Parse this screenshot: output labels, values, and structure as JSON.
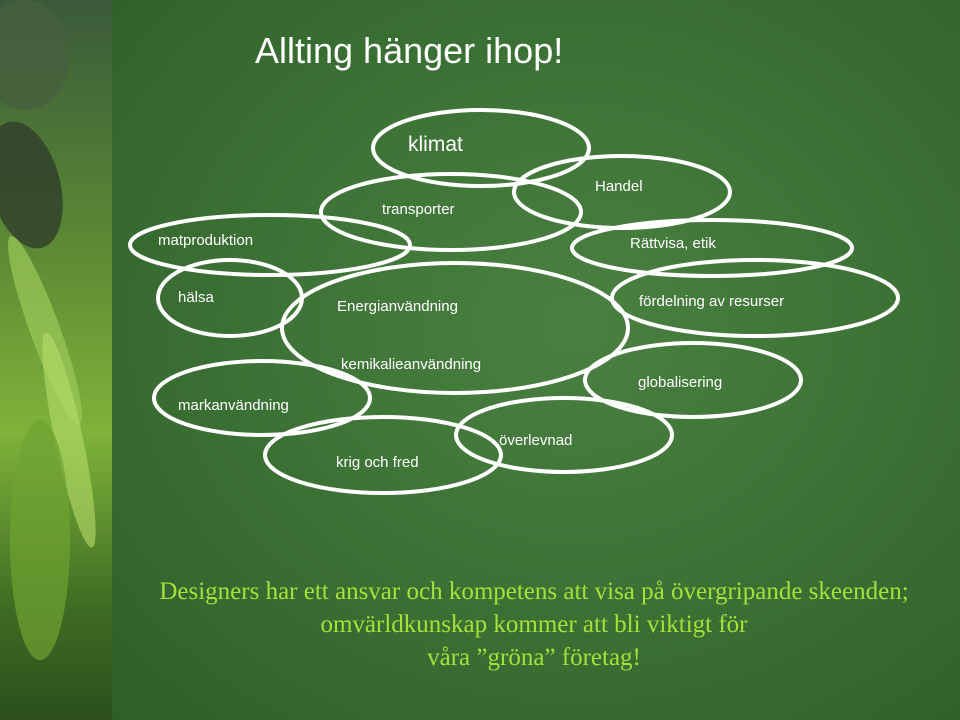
{
  "slide": {
    "title": "Allting hänger ihop!",
    "nodes": {
      "klimat": "klimat",
      "handel": "Handel",
      "transporter": "transporter",
      "matproduktion": "matproduktion",
      "rattvisa": "Rättvisa, etik",
      "halsa": "hälsa",
      "energi": "Energianvändning",
      "fordelning": "fördelning av resurser",
      "kemikalie": "kemikalieanvändning",
      "globalisering": "globalisering",
      "markanvandning": "markanvändning",
      "overlevnad": "överlevnad",
      "krig": "krig och fred"
    },
    "footer": {
      "line1": "Designers har ett ansvar och kompetens att visa på övergripande skeenden;",
      "line2": "omvärldkunskap kommer att bli viktigt för",
      "line3": "våra ”gröna” företag!"
    },
    "colors": {
      "background": "#3d7336",
      "ellipse_stroke": "#ffffff",
      "text": "#ffffff",
      "footer_text": "#a6e03a"
    }
  }
}
